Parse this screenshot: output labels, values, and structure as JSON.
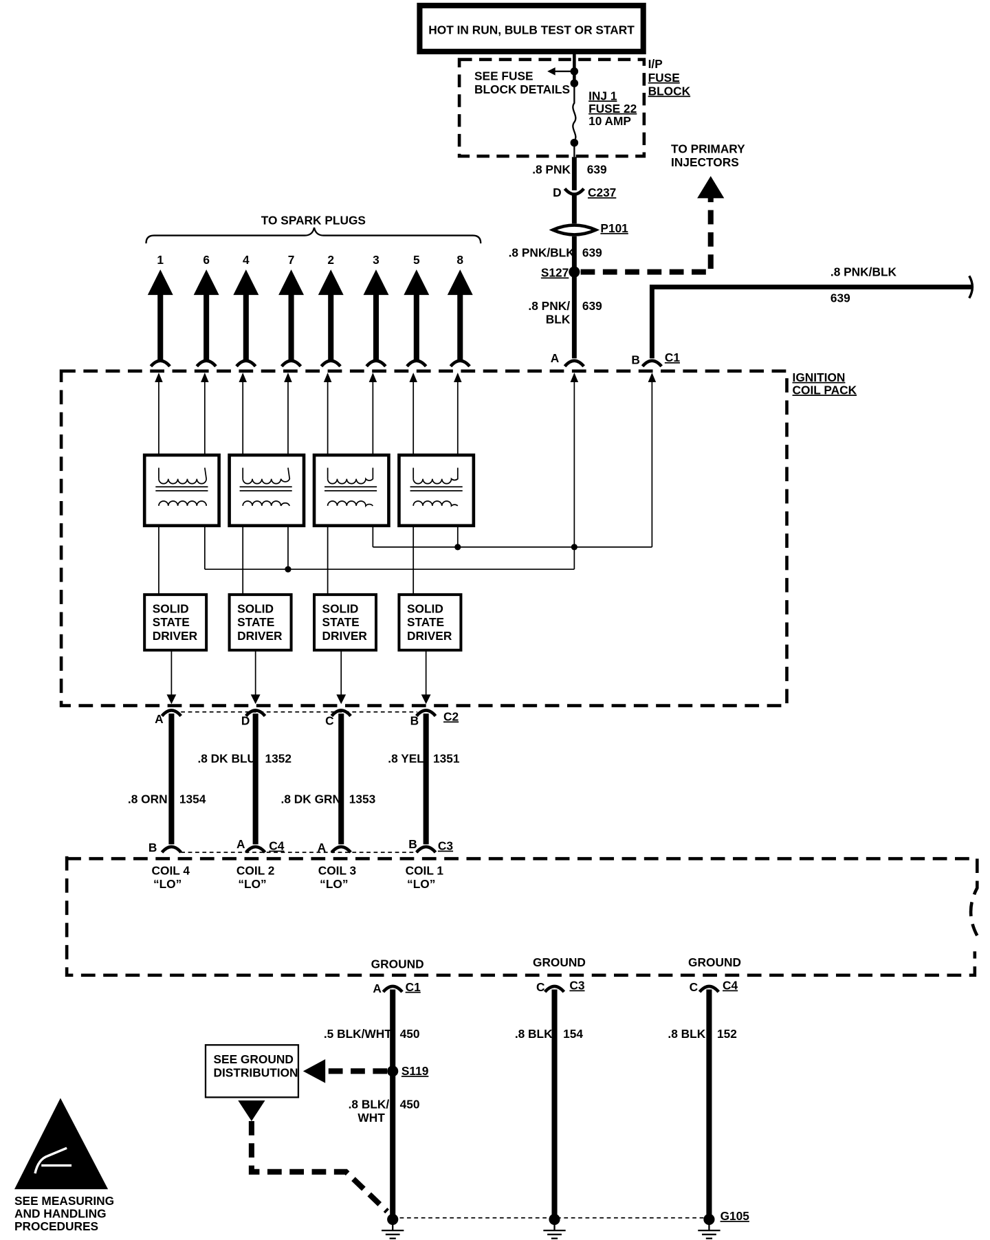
{
  "header": {
    "power_label": "HOT IN RUN, BULB TEST OR START"
  },
  "fuse_block": {
    "note_line1": "SEE FUSE",
    "note_line2": "BLOCK DETAILS",
    "fuse_line1": "INJ 1",
    "fuse_line2": "FUSE 22",
    "fuse_line3": "10 AMP",
    "title_line1": "I/P",
    "title_line2": "FUSE",
    "title_line3": "BLOCK"
  },
  "feed": {
    "wire1_gauge": ".8 PNK",
    "wire1_circuit": "639",
    "c237_pin": "D",
    "c237_id": "C237",
    "p101_id": "P101",
    "wire2_gauge": ".8 PNK/BLK",
    "wire2_circuit": "639",
    "splice_id": "S127",
    "wire3_gauge_line1": ".8 PNK/",
    "wire3_gauge_line2": "BLK",
    "wire3_circuit": "639",
    "branch_gauge": ".8 PNK/BLK",
    "branch_circuit": "639",
    "injectors_line1": "TO PRIMARY",
    "injectors_line2": "INJECTORS"
  },
  "spark_plugs": {
    "title": "TO SPARK PLUGS",
    "numbers": [
      "1",
      "6",
      "4",
      "7",
      "2",
      "3",
      "5",
      "8"
    ]
  },
  "coil_pack": {
    "title_line1": "IGNITION",
    "title_line2": "COIL PACK",
    "c1_pin_a": "A",
    "c1_pin_b": "B",
    "c1_id": "C1",
    "driver_line1": "SOLID",
    "driver_line2": "STATE",
    "driver_line3": "DRIVER"
  },
  "c2": {
    "id": "C2",
    "pins": [
      "A",
      "D",
      "C",
      "B"
    ]
  },
  "coil_wires": [
    {
      "gauge": ".8 ORN",
      "circuit": "1354"
    },
    {
      "gauge": ".8 DK BLU",
      "circuit": "1352"
    },
    {
      "gauge": ".8 DK GRN",
      "circuit": "1353"
    },
    {
      "gauge": ".8 YEL",
      "circuit": "1351"
    }
  ],
  "ecm_pins": {
    "pins": [
      "B",
      "A",
      "A",
      "B"
    ],
    "c4_id": "C4",
    "c3_id": "C3",
    "coil_labels": [
      "COIL 4",
      "COIL 2",
      "COIL 3",
      "COIL 1"
    ],
    "lo_label": "“LO”"
  },
  "grounds": [
    {
      "label": "GROUND",
      "pin": "A",
      "conn": "C1",
      "gauge": ".5 BLK/WHT",
      "circuit": "450"
    },
    {
      "label": "GROUND",
      "pin": "C",
      "conn": "C3",
      "gauge": ".8 BLK",
      "circuit": "154"
    },
    {
      "label": "GROUND",
      "pin": "C",
      "conn": "C4",
      "gauge": ".8 BLK",
      "circuit": "152"
    }
  ],
  "ground_distribution": {
    "splice_id": "S119",
    "lower_gauge_line1": ".8 BLK/",
    "lower_gauge_line2": "WHT",
    "lower_circuit": "450",
    "box_line1": "SEE GROUND",
    "box_line2": "DISTRIBUTION",
    "ground_id": "G105"
  },
  "esd_note": {
    "line1": "SEE MEASURING",
    "line2": "AND HANDLING",
    "line3": "PROCEDURES"
  }
}
